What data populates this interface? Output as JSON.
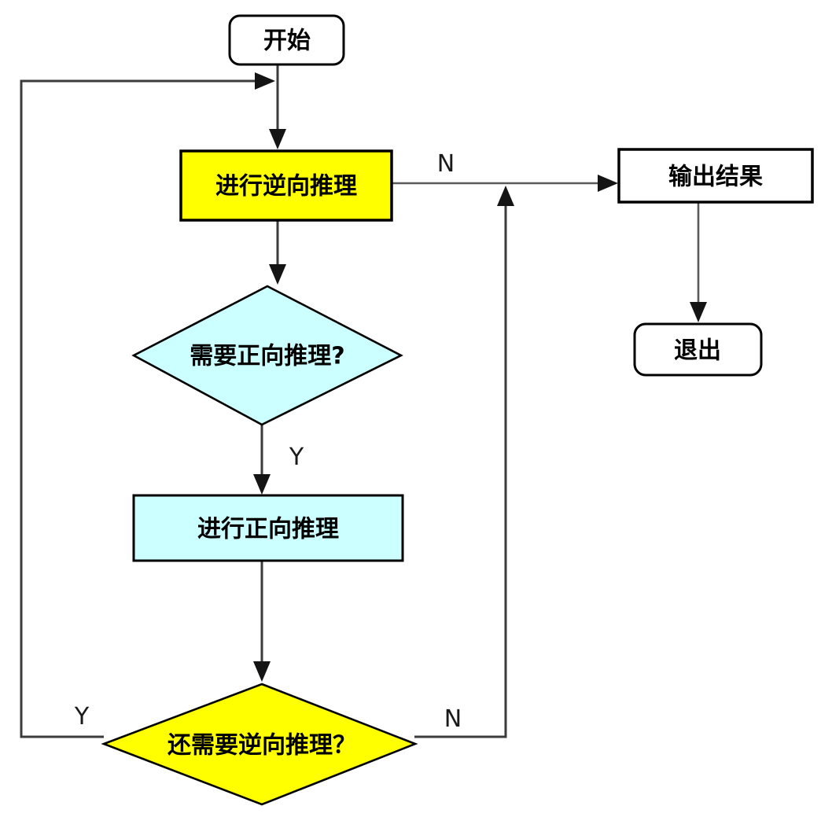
{
  "diagram": {
    "type": "flowchart",
    "language": "zh-CN",
    "colors": {
      "highlight_yellow": "#FFFF00",
      "highlight_cyan": "#CCFFFF",
      "node_white": "#FFFFFF",
      "border": "#000000",
      "line": "#3B3B3B"
    },
    "nodes": {
      "start": {
        "label": "开始",
        "shape": "rounded-rect",
        "fill": "#FFFFFF"
      },
      "backward": {
        "label": "进行逆向推理",
        "shape": "rect",
        "fill": "#FFFF00"
      },
      "forward_q": {
        "label": "需要正向推理?",
        "shape": "diamond",
        "fill": "#CCFFFF"
      },
      "forward": {
        "label": "进行正向推理",
        "shape": "rect",
        "fill": "#CCFFFF"
      },
      "backward_q": {
        "label": "还需要逆向推理？",
        "shape": "diamond",
        "fill": "#FFFF00"
      },
      "output": {
        "label": "输出结果",
        "shape": "rect",
        "fill": "#FFFFFF"
      },
      "exit": {
        "label": "退出",
        "shape": "rounded-rect",
        "fill": "#FFFFFF"
      }
    },
    "edges": [
      {
        "id": "start-to-backward",
        "from": "start",
        "to": "backward",
        "label": ""
      },
      {
        "id": "backward-to-forwardq",
        "from": "backward",
        "to": "forward_q",
        "label": ""
      },
      {
        "id": "forwardq-to-forward",
        "from": "forward_q",
        "to": "forward",
        "label": "Y"
      },
      {
        "id": "forward-to-backwardq",
        "from": "forward",
        "to": "backward_q",
        "label": ""
      },
      {
        "id": "backwardq-loop-to-top",
        "from": "backward_q",
        "to": "backward",
        "label": "Y"
      },
      {
        "id": "backwardq-to-output",
        "from": "backward_q",
        "to": "output",
        "label": "N"
      },
      {
        "id": "backward-to-output",
        "from": "backward",
        "to": "output",
        "label": "N"
      },
      {
        "id": "output-to-exit",
        "from": "output",
        "to": "exit",
        "label": ""
      }
    ]
  }
}
